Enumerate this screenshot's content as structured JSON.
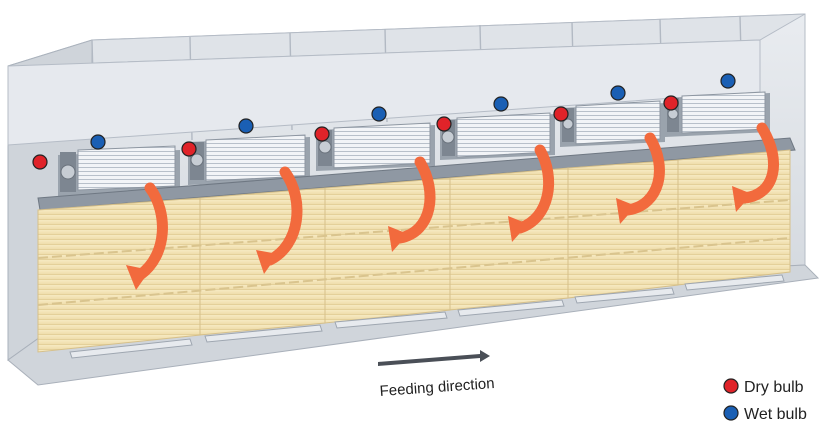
{
  "feeding_direction_label": "Feeding direction",
  "legend": {
    "dry_bulb": {
      "label": "Dry bulb",
      "color": "#e02329"
    },
    "wet_bulb": {
      "label": "Wet bulb",
      "color": "#1a5fb4"
    }
  },
  "colors": {
    "lumber": "#f3e3b4",
    "airflow_arrow": "#f26a3d",
    "heat_exchanger": "#e8edf3",
    "chamber_wall": "#c9ced6"
  },
  "sections": [
    {
      "dry_bulb_sensor": true,
      "wet_bulb_sensor": true
    },
    {
      "dry_bulb_sensor": true,
      "wet_bulb_sensor": true
    },
    {
      "dry_bulb_sensor": true,
      "wet_bulb_sensor": true
    },
    {
      "dry_bulb_sensor": true,
      "wet_bulb_sensor": true
    },
    {
      "dry_bulb_sensor": true,
      "wet_bulb_sensor": true
    },
    {
      "dry_bulb_sensor": true,
      "wet_bulb_sensor": true
    }
  ]
}
